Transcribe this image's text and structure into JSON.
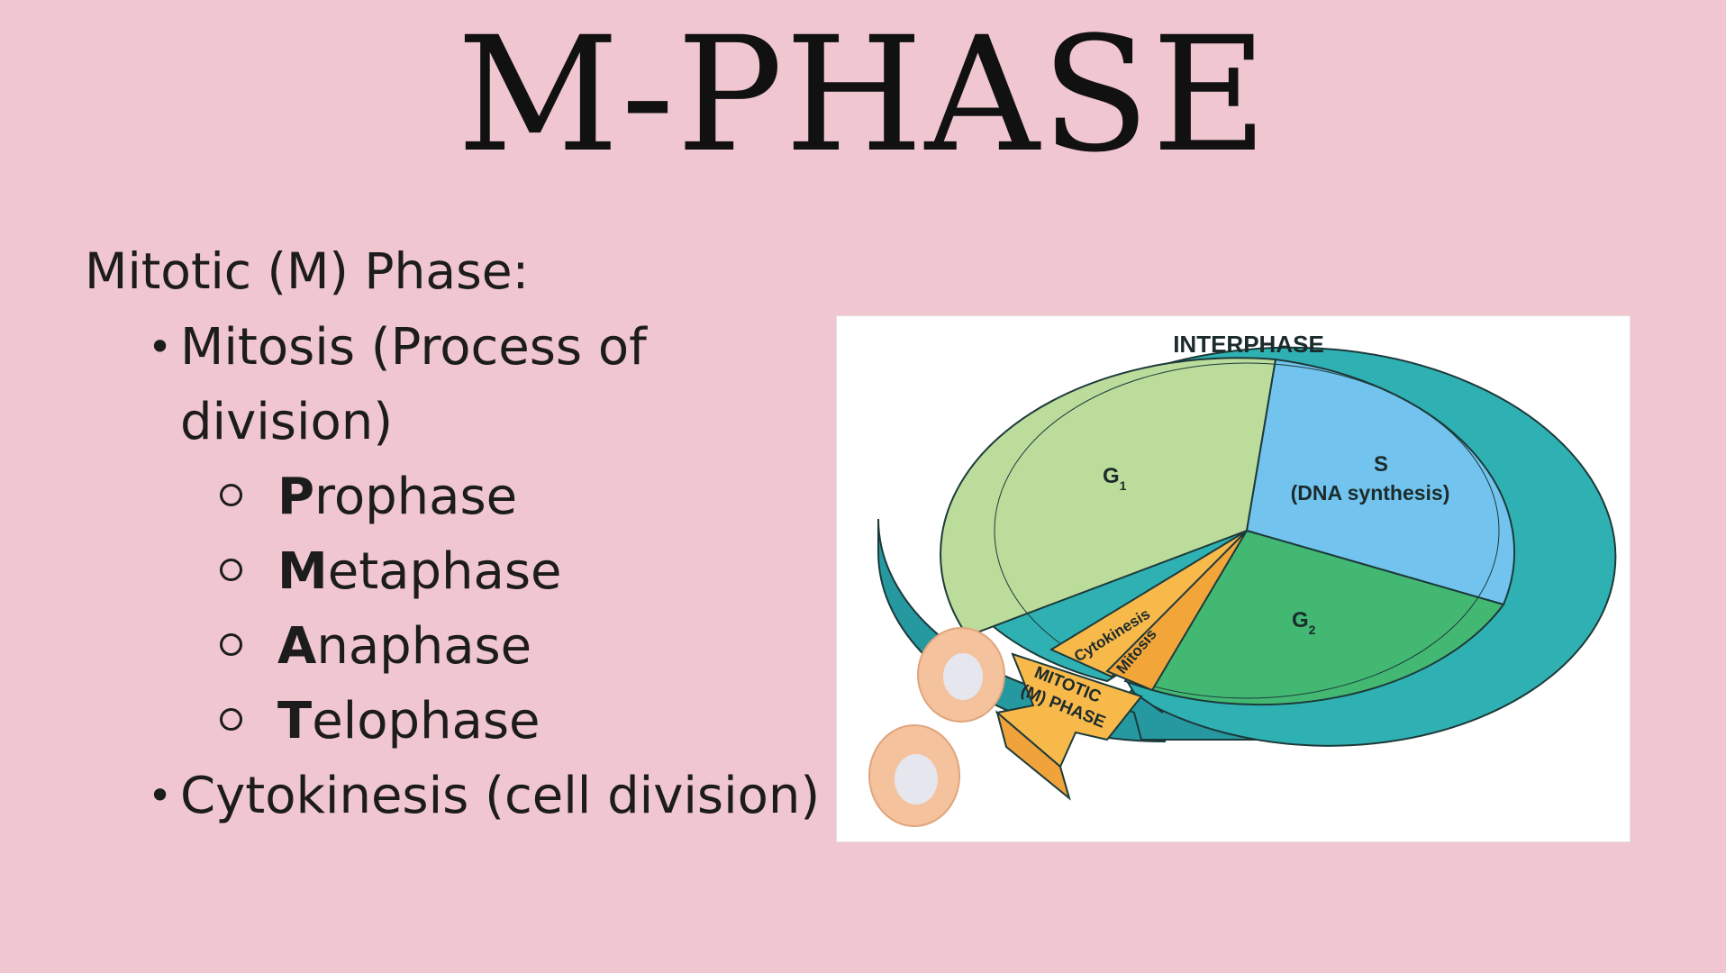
{
  "slide": {
    "title": "M-PHASE",
    "heading": "Mitotic (M) Phase:",
    "bullets": {
      "mitosis": "Mitosis (Process of division)",
      "phases": [
        {
          "first": "P",
          "rest": "rophase"
        },
        {
          "first": "M",
          "rest": "etaphase"
        },
        {
          "first": "A",
          "rest": "naphase"
        },
        {
          "first": "T",
          "rest": "elophase"
        }
      ],
      "cytokinesis": "Cytokinesis (cell division)"
    }
  },
  "diagram": {
    "ring_label": "INTERPHASE",
    "g1": {
      "letter": "G",
      "sub": "1"
    },
    "s_letter": "S",
    "s_label": "(DNA synthesis)",
    "g2": {
      "letter": "G",
      "sub": "2"
    },
    "cytokinesis_label": "Cytokinesis",
    "mitosis_label": "Mitosis",
    "mitotic_line1": "MITOTIC",
    "mitotic_line2": "(M) PHASE",
    "colors": {
      "background": "#f0c6d0",
      "ring": "#2fb1b3",
      "g1": "#bcdc9c",
      "s": "#72c4ef",
      "g2": "#43b873",
      "arrow": "#f7b94a",
      "cell": "#f4c29d"
    }
  }
}
